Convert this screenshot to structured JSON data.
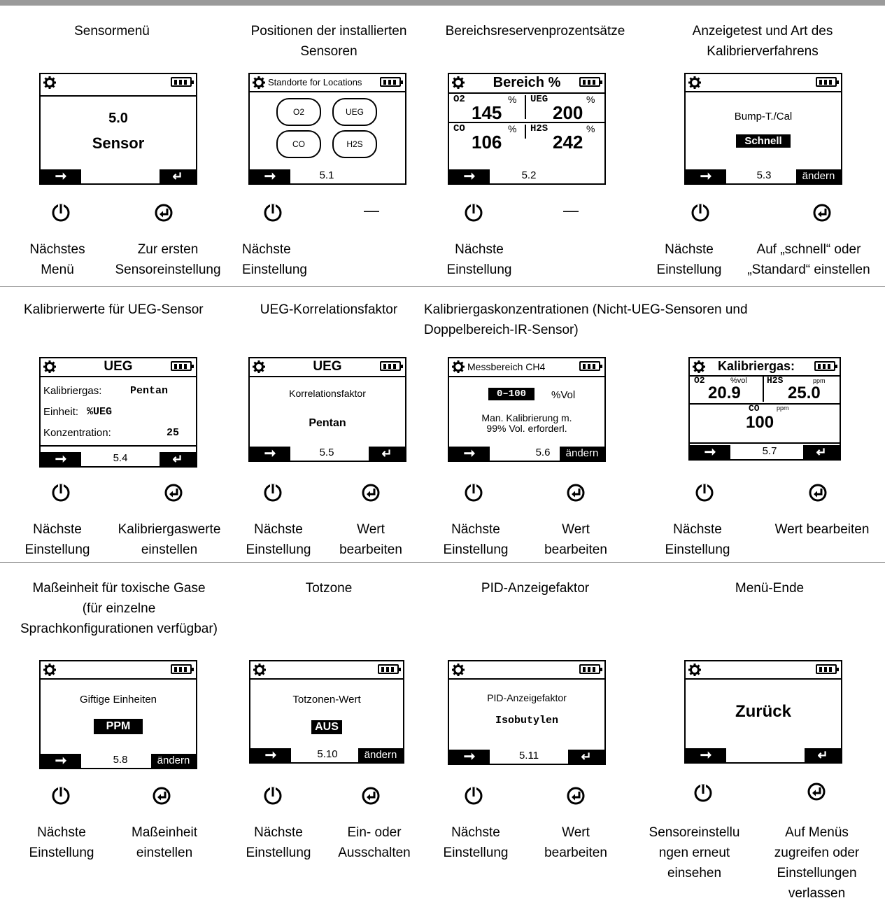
{
  "row1": {
    "c1": {
      "title": "Sensormenü",
      "screen": {
        "line1": "5.0",
        "line2": "Sensor",
        "number": ""
      },
      "left_label": "Nächstes\nMenü",
      "right_label": "Zur ersten\nSensoreinstellung"
    },
    "c2": {
      "title": "Positionen der installierten\nSensoren",
      "screen": {
        "header": "Standorte for Locations",
        "chips": [
          "O2",
          "UEG",
          "CO",
          "H2S"
        ],
        "number": "5.1"
      },
      "left_label": "Nächste\nEinstellung",
      "right_label": "—"
    },
    "c3": {
      "title": "Bereichsreservenprozentsätze",
      "screen": {
        "header": "Bereich %",
        "cells": [
          {
            "gas": "O2",
            "unit": "%",
            "value": "145"
          },
          {
            "gas": "UEG",
            "unit": "%",
            "value": "200"
          },
          {
            "gas": "CO",
            "unit": "%",
            "value": "106"
          },
          {
            "gas": "H2S",
            "unit": "%",
            "value": "242"
          }
        ],
        "number": "5.2"
      },
      "left_label": "Nächste\nEinstellung",
      "right_label": "—"
    },
    "c4": {
      "title": "Anzeigetest und Art des\nKalibrierverfahrens",
      "screen": {
        "line1": "Bump-T./Cal",
        "value": "Schnell",
        "number": "5.3",
        "action": "ändern"
      },
      "left_label": "Nächste\nEinstellung",
      "right_label": "Auf „schnell“ oder\n„Standard“ einstellen"
    }
  },
  "row2": {
    "c1": {
      "title": "Kalibrierwerte für UEG-Sensor",
      "screen": {
        "header": "UEG",
        "l1k": "Kalibriergas:",
        "l1v": "Pentan",
        "l2k": "Einheit:",
        "l2v": "%UEG",
        "l3k": "Konzentration:",
        "l3v": "25",
        "number": "5.4"
      },
      "left_label": "Nächste\nEinstellung",
      "right_label": "Kalibriergaswerte\neinstellen"
    },
    "c2": {
      "title": "UEG-Korrelationsfaktor",
      "screen": {
        "header": "UEG",
        "line1": "Korrelationsfaktor",
        "line2": "Pentan",
        "number": "5.5"
      },
      "left_label": "Nächste\nEinstellung",
      "right_label": "Wert\nbearbeiten"
    },
    "c3": {
      "title": "Kalibriergaskonzentrationen (Nicht-UEG-Sensoren und\nDoppelbereich-IR-Sensor)",
      "screen": {
        "header": "Messbereich CH4",
        "value": "0–100",
        "unit": "%Vol",
        "note": "Man. Kalibrierung m.\n99% Vol. erforderl.",
        "number": "5.6",
        "action": "ändern"
      },
      "left_label": "Nächste\nEinstellung",
      "right_label": "Wert\nbearbeiten"
    },
    "c4": {
      "title": "",
      "screen": {
        "header": "Kalibriergas:",
        "c1gas": "O2",
        "c1unit": "%vol",
        "c1val": "20.9",
        "c2gas": "H2S",
        "c2unit": "ppm",
        "c2val": "25.0",
        "c3gas": "CO",
        "c3unit": "ppm",
        "c3val": "100",
        "number": "5.7"
      },
      "left_label": "Nächste\nEinstellung",
      "right_label": "Wert bearbeiten"
    }
  },
  "row3": {
    "c1": {
      "title": "Maßeinheit für toxische Gase\n(für einzelne\nSprachkonfigurationen verfügbar)",
      "screen": {
        "line1": "Giftige Einheiten",
        "value": "PPM",
        "number": "5.8",
        "action": "ändern"
      },
      "left_label": "Nächste\nEinstellung",
      "right_label": "Maßeinheit\neinstellen"
    },
    "c2": {
      "title": "Totzone",
      "screen": {
        "line1": "Totzonen-Wert",
        "value": "AUS",
        "number": "5.10",
        "action": "ändern"
      },
      "left_label": "Nächste\nEinstellung",
      "right_label": "Ein- oder\nAusschalten"
    },
    "c3": {
      "title": "PID-Anzeigefaktor",
      "screen": {
        "line1": "PID-Anzeigefaktor",
        "line2": "Isobutylen",
        "number": "5.11"
      },
      "left_label": "Nächste\nEinstellung",
      "right_label": "Wert\nbearbeiten"
    },
    "c4": {
      "title": "Menü-Ende",
      "screen": {
        "line1": "Zurück",
        "number": ""
      },
      "left_label": "Sensoreinstellu\nngen erneut\neinsehen",
      "right_label": "Auf Menüs\nzugreifen oder\nEinstellungen\nverlassen"
    }
  }
}
